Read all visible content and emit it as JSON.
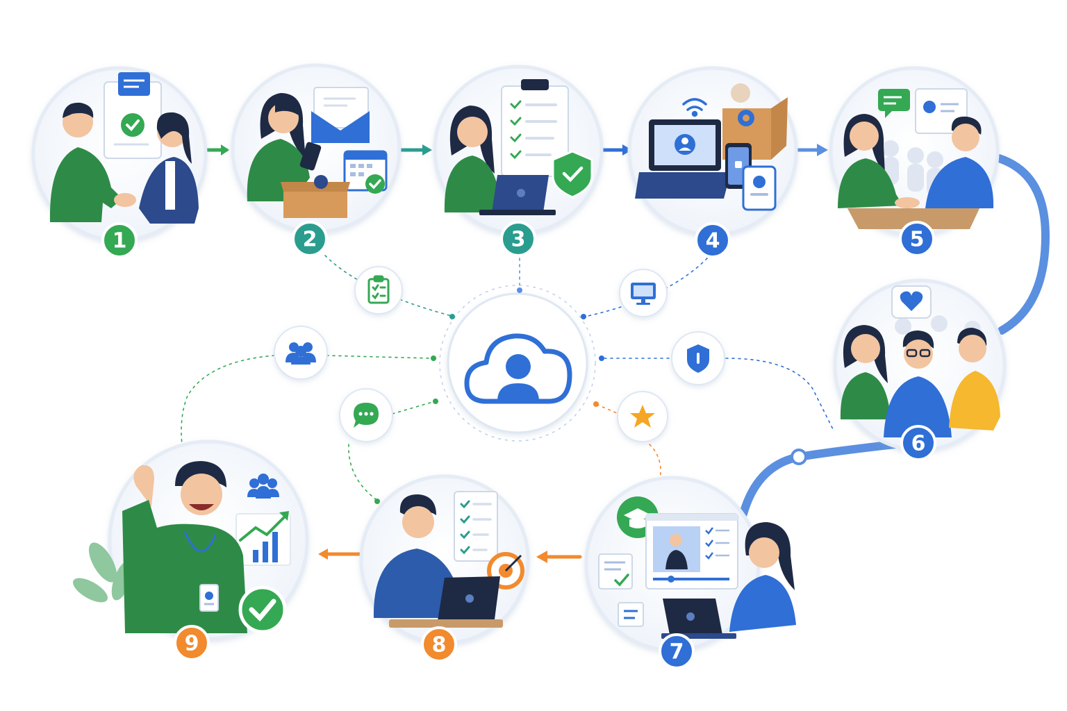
{
  "colors": {
    "green": "#34a853",
    "teal": "#2a9d8f",
    "blue": "#2f6fd6",
    "orange": "#f28a2e",
    "connector": "#5b8fe0",
    "ring": "#e6ecf5"
  },
  "center": {
    "icon": "cloud-user-icon"
  },
  "steps": [
    {
      "number": "1",
      "color": "green",
      "scene": "handshake-welcome-scene",
      "icons": [
        "envelope-icon",
        "checkmark-icon"
      ]
    },
    {
      "number": "2",
      "color": "teal",
      "scene": "welcome-package-scene",
      "icons": [
        "envelope-icon",
        "calendar-icon",
        "box-icon",
        "phone-icon"
      ]
    },
    {
      "number": "3",
      "color": "teal",
      "scene": "paperwork-checklist-scene",
      "icons": [
        "clipboard-icon",
        "shield-check-icon",
        "laptop-icon"
      ]
    },
    {
      "number": "4",
      "color": "blue",
      "scene": "equipment-setup-scene",
      "icons": [
        "laptop-icon",
        "wifi-icon",
        "gear-icon",
        "phone-icon"
      ]
    },
    {
      "number": "5",
      "color": "blue",
      "scene": "manager-meeting-scene",
      "icons": [
        "chat-icon",
        "profile-card-icon"
      ]
    },
    {
      "number": "6",
      "color": "blue",
      "scene": "team-introduction-scene",
      "icons": [
        "heart-icon"
      ]
    },
    {
      "number": "7",
      "color": "blue",
      "scene": "online-training-scene",
      "icons": [
        "graduation-cap-icon",
        "video-icon",
        "checklist-icon"
      ]
    },
    {
      "number": "8",
      "color": "orange",
      "scene": "goal-setting-scene",
      "icons": [
        "target-icon",
        "checklist-icon",
        "laptop-icon"
      ]
    },
    {
      "number": "9",
      "color": "orange",
      "scene": "success-celebration-scene",
      "icons": [
        "team-icon",
        "growth-chart-icon",
        "checkmark-icon",
        "badge-icon"
      ]
    }
  ],
  "hub_icons": [
    {
      "icon": "clipboard-checklist-icon",
      "color": "green"
    },
    {
      "icon": "monitor-icon",
      "color": "blue"
    },
    {
      "icon": "team-icon",
      "color": "blue"
    },
    {
      "icon": "shield-icon",
      "color": "blue"
    },
    {
      "icon": "chat-bubble-icon",
      "color": "green"
    },
    {
      "icon": "star-icon",
      "color": "orange"
    }
  ]
}
